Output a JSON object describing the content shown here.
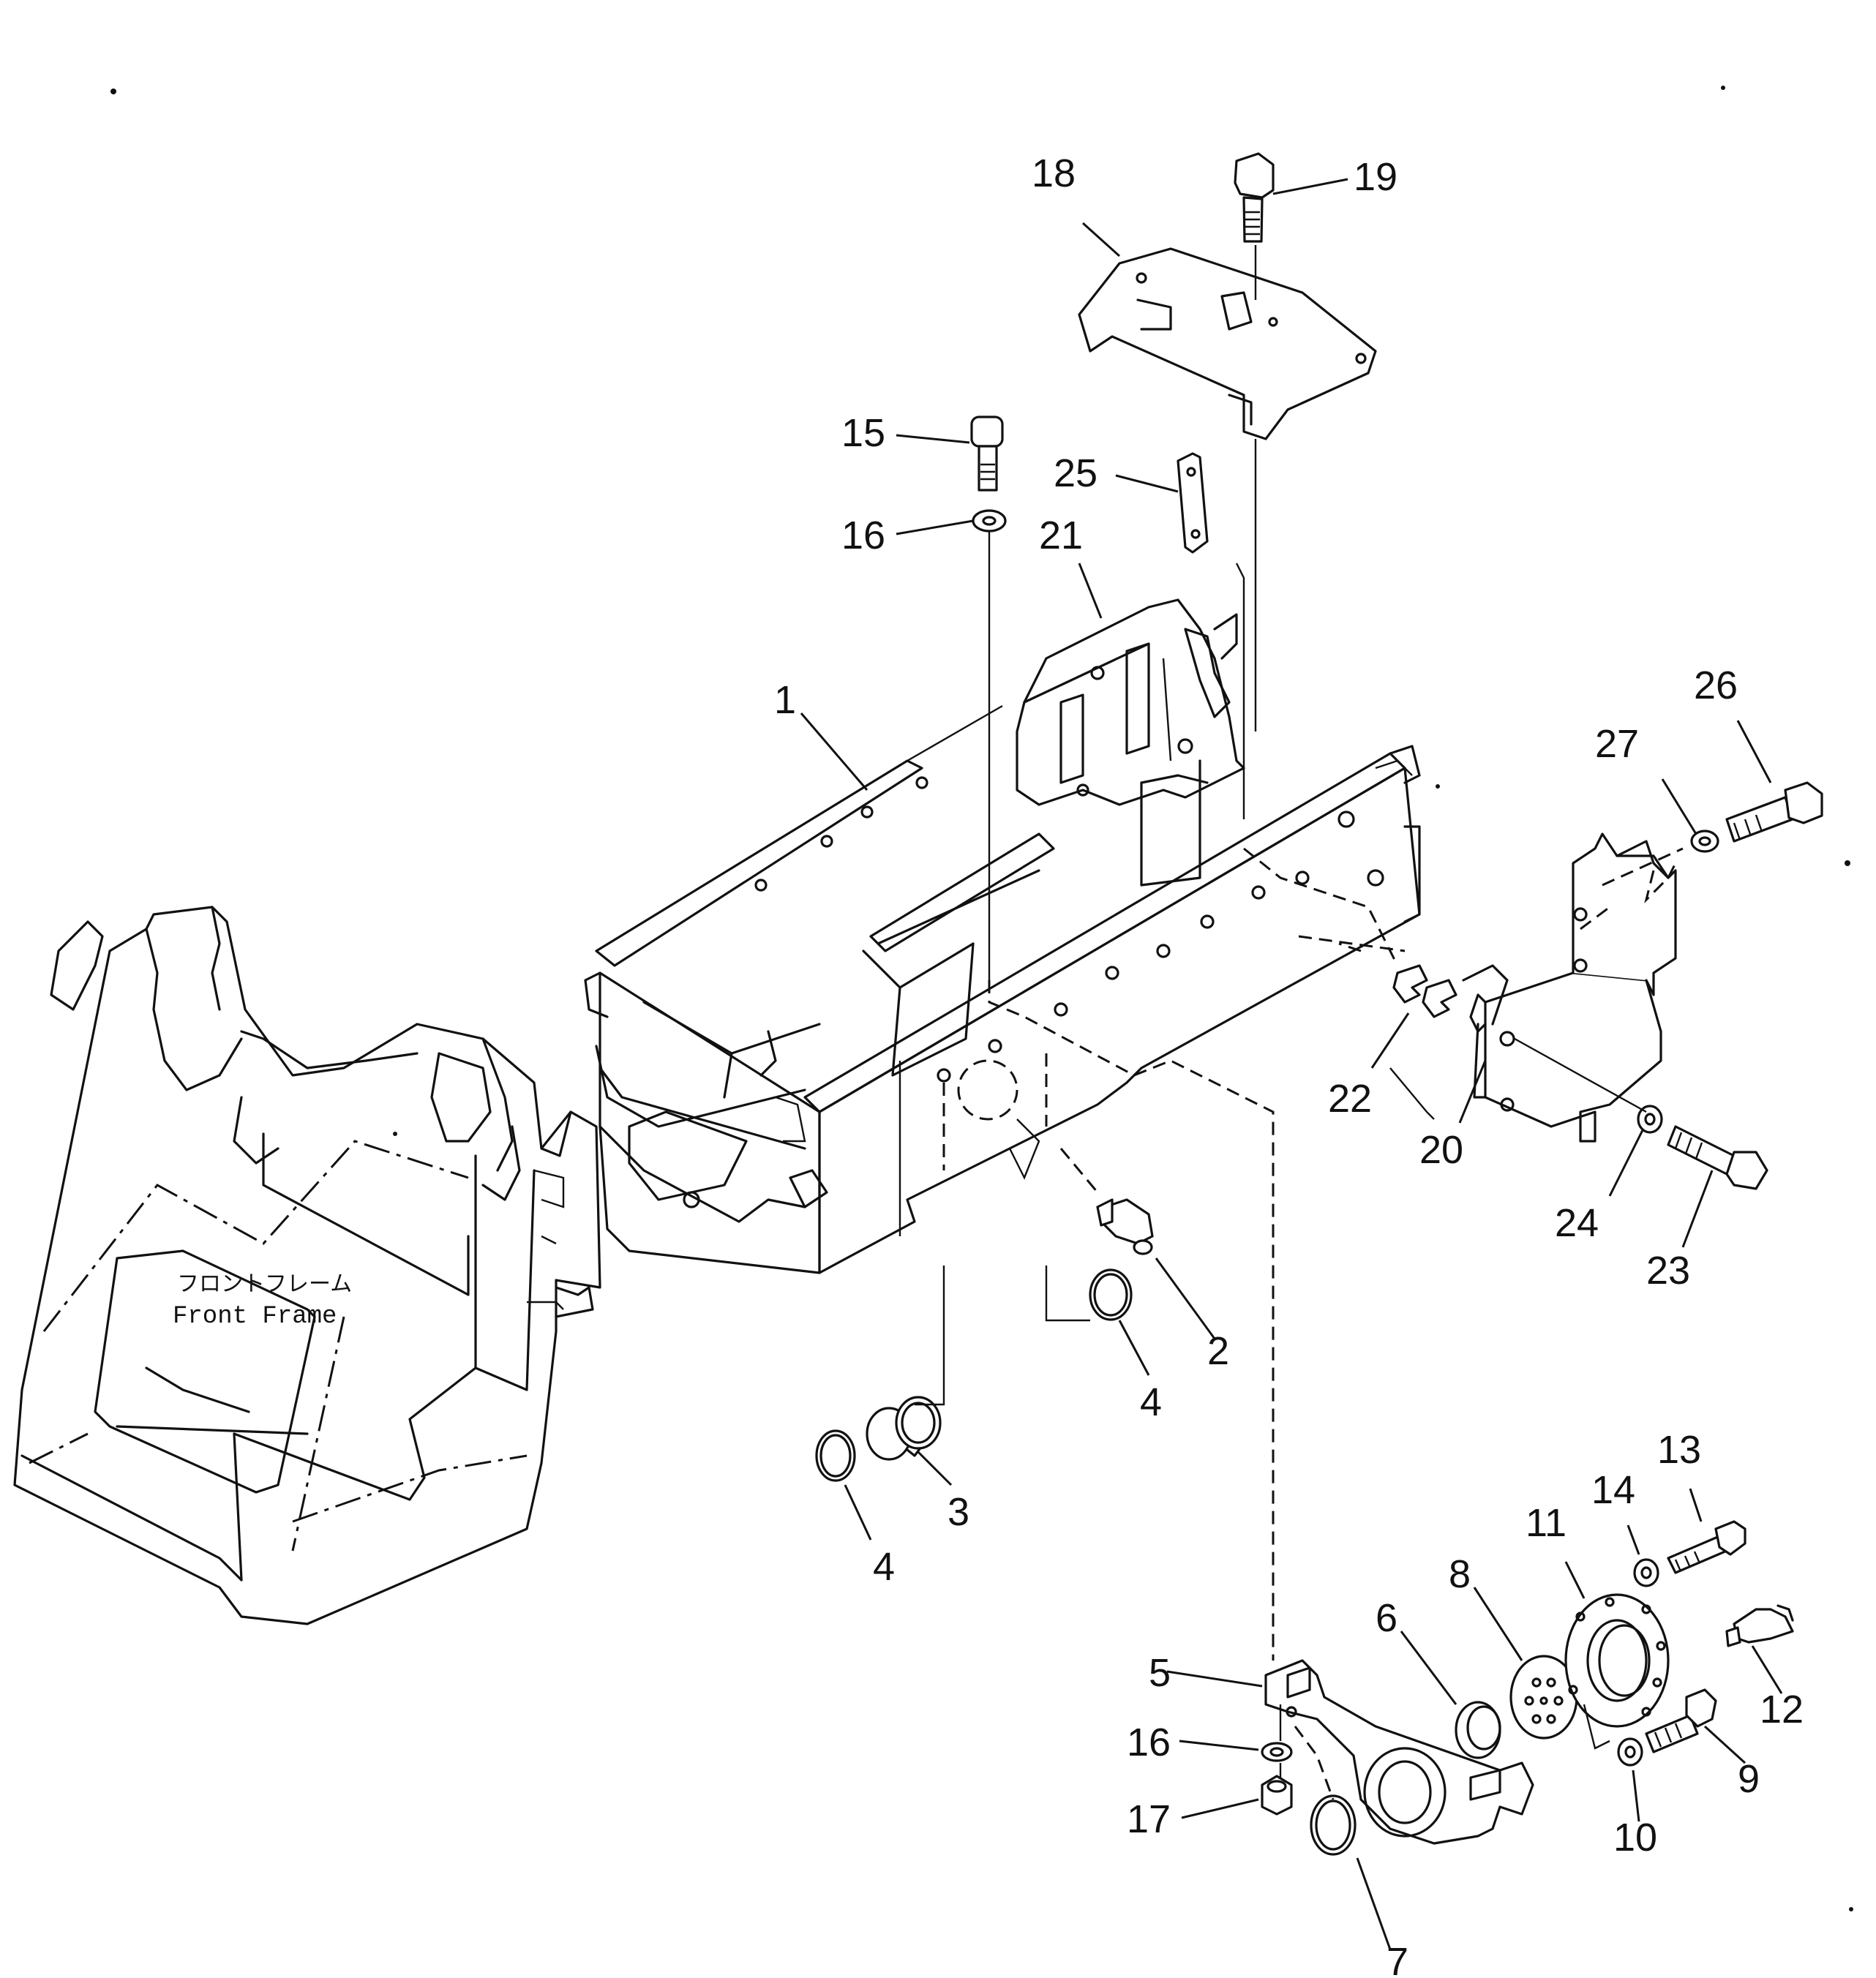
{
  "diagram": {
    "frame_label": {
      "japanese": "フロントフレーム",
      "english": "Front Frame"
    },
    "callouts": [
      {
        "id": "c1",
        "text": "1"
      },
      {
        "id": "c2",
        "text": "2"
      },
      {
        "id": "c3",
        "text": "3"
      },
      {
        "id": "c4a",
        "text": "4"
      },
      {
        "id": "c4b",
        "text": "4"
      },
      {
        "id": "c5",
        "text": "5"
      },
      {
        "id": "c6",
        "text": "6"
      },
      {
        "id": "c7",
        "text": "7"
      },
      {
        "id": "c8",
        "text": "8"
      },
      {
        "id": "c9",
        "text": "9"
      },
      {
        "id": "c10",
        "text": "10"
      },
      {
        "id": "c11",
        "text": "11"
      },
      {
        "id": "c12",
        "text": "12"
      },
      {
        "id": "c13",
        "text": "13"
      },
      {
        "id": "c14",
        "text": "14"
      },
      {
        "id": "c15",
        "text": "15"
      },
      {
        "id": "c16a",
        "text": "16"
      },
      {
        "id": "c16b",
        "text": "16"
      },
      {
        "id": "c17",
        "text": "17"
      },
      {
        "id": "c18",
        "text": "18"
      },
      {
        "id": "c19",
        "text": "19"
      },
      {
        "id": "c20",
        "text": "20"
      },
      {
        "id": "c21",
        "text": "21"
      },
      {
        "id": "c22",
        "text": "22"
      },
      {
        "id": "c23",
        "text": "23"
      },
      {
        "id": "c24",
        "text": "24"
      },
      {
        "id": "c25",
        "text": "25"
      },
      {
        "id": "c26",
        "text": "26"
      },
      {
        "id": "c27",
        "text": "27"
      }
    ]
  }
}
